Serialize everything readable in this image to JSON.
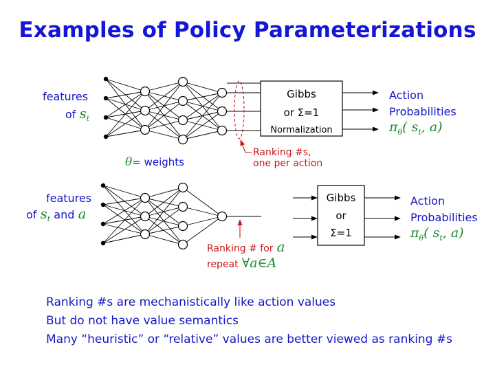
{
  "title": "Examples of Policy Parameterizations",
  "top": {
    "features_label": "features",
    "of_label": "of",
    "state_symbol": "s",
    "state_sub": "t",
    "box_line1": "Gibbs",
    "box_line2_prefix": "or ",
    "sigma": "Σ",
    "box_line2_suffix": "=1",
    "box_line3": "Normalization",
    "output_line1": "Action",
    "output_line2": "Probabilities",
    "pi_expr": "π",
    "pi_sub": "θ",
    "pi_args": "( s",
    "pi_args_sub": "t",
    "pi_args_end": ", a)",
    "ranking_line1": "Ranking #s,",
    "ranking_line2": "one per action"
  },
  "theta_label": {
    "symbol": "θ",
    "text": "= weights"
  },
  "bottom": {
    "features_label": "features",
    "of_label": "of",
    "state_symbol": "s",
    "state_sub": "t",
    "and_label": "and",
    "action_symbol": "a",
    "box_line1": "Gibbs",
    "box_line2": "or",
    "sigma": "Σ",
    "box_line3_suffix": "=1",
    "output_line1": "Action",
    "output_line2": "Probabilities",
    "pi_expr": "π",
    "pi_sub": "θ",
    "pi_args": "( s",
    "pi_args_sub": "t",
    "pi_args_end": ", a)",
    "ranking_prefix": "Ranking # for",
    "ranking_symbol": "a",
    "repeat_label": "repeat",
    "forall_expr": "∀a∈A"
  },
  "notes": [
    "Ranking #s are mechanistically like action values",
    "But do not have value semantics",
    "Many “heuristic” or “relative” values are better viewed as ranking #s"
  ],
  "colors": {
    "title": "#1515d6",
    "text_blue": "#1515c8",
    "math_green": "#1a8a2a",
    "annotation_red": "#c81818"
  }
}
